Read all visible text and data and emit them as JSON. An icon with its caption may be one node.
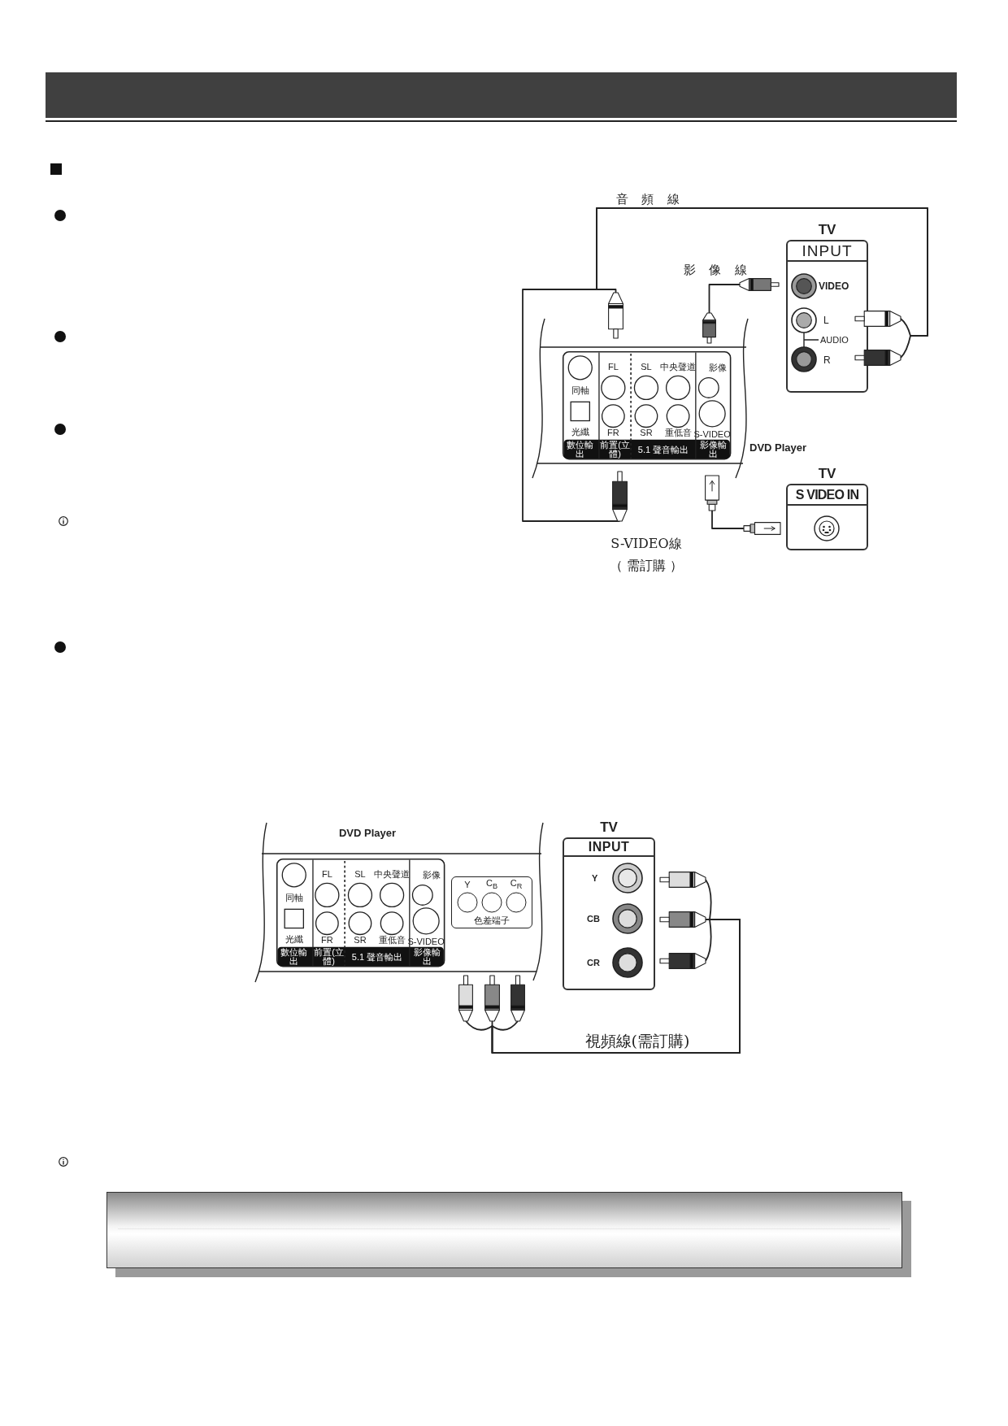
{
  "diagram": {
    "nodes": [
      {
        "text": [
          "DVD Player"
        ]
      },
      {
        "text": [],
        "shape": "plug"
      },
      {
        "text": [],
        "shape": "plug"
      },
      {
        "text": [],
        "shape": "plug"
      },
      {
        "text": [],
        "shape": "plug"
      },
      {
        "text": [
          "TV",
          "INPUT",
          "VIDEO",
          "L",
          "AUDIO",
          "R"
        ]
      },
      {
        "text": [],
        "shape": "plug"
      },
      {
        "text": [],
        "shape": "plug"
      },
      {
        "text": [],
        "shape": "plug"
      },
      {
        "text": [
          "TV",
          "S VIDEO IN"
        ]
      },
      {
        "text": [],
        "shape": "plug"
      },
      {
        "text": [
          "DVD Player"
        ]
      },
      {
        "text": [
          "Y",
          "C$_{B}$",
          "C$_{R}$",
          "色差端子"
        ],
        "in": 11
      },
      {
        "text": [],
        "shape": "plug"
      },
      {
        "text": [],
        "shape": "plug"
      },
      {
        "text": [],
        "shape": "plug"
      },
      {
        "text": [
          "TV",
          "INPUT",
          "Y",
          "CB",
          "CR"
        ]
      },
      {
        "text": [],
        "shape": "plug"
      },
      {
        "text": [],
        "shape": "plug"
      },
      {
        "text": [],
        "shape": "plug"
      },
      {
        "text": [],
        "shape": "box"
      }
    ],
    "edges": [
      {
        "from": 1,
        "to": 7,
        "arrow": "none",
        "label": "音 頻 線"
      },
      {
        "from": 3,
        "to": 8,
        "arrow": "none"
      },
      {
        "from": 2,
        "to": 6,
        "arrow": "none",
        "label": "影 像 線"
      },
      {
        "from": 4,
        "to": 10,
        "arrow": "none",
        "label": "S-VIDEO線（ 需訂購 ）"
      },
      {
        "from": 13,
        "to": 17,
        "arrow": "none"
      },
      {
        "from": 14,
        "to": 18,
        "arrow": "none",
        "label": "視頻線(需訂購)"
      },
      {
        "from": 15,
        "to": 19,
        "arrow": "none"
      }
    ],
    "labels": [
      "同軸",
      "FL",
      "SL",
      "中央聲道",
      "影像",
      "光纖",
      "FR",
      "SR",
      "重低音",
      "S-VIDEO",
      "數位輸出",
      "前置(立體)",
      "5.1 聲音輸出",
      "影像輸出",
      "同軸",
      "FL",
      "SL",
      "中央聲道",
      "影像",
      "光纖",
      "FR",
      "SR",
      "重低音",
      "S-VIDEO",
      "數位輸出",
      "前置(立體)",
      "5.1 聲音輸出",
      "影像輸出"
    ]
  }
}
